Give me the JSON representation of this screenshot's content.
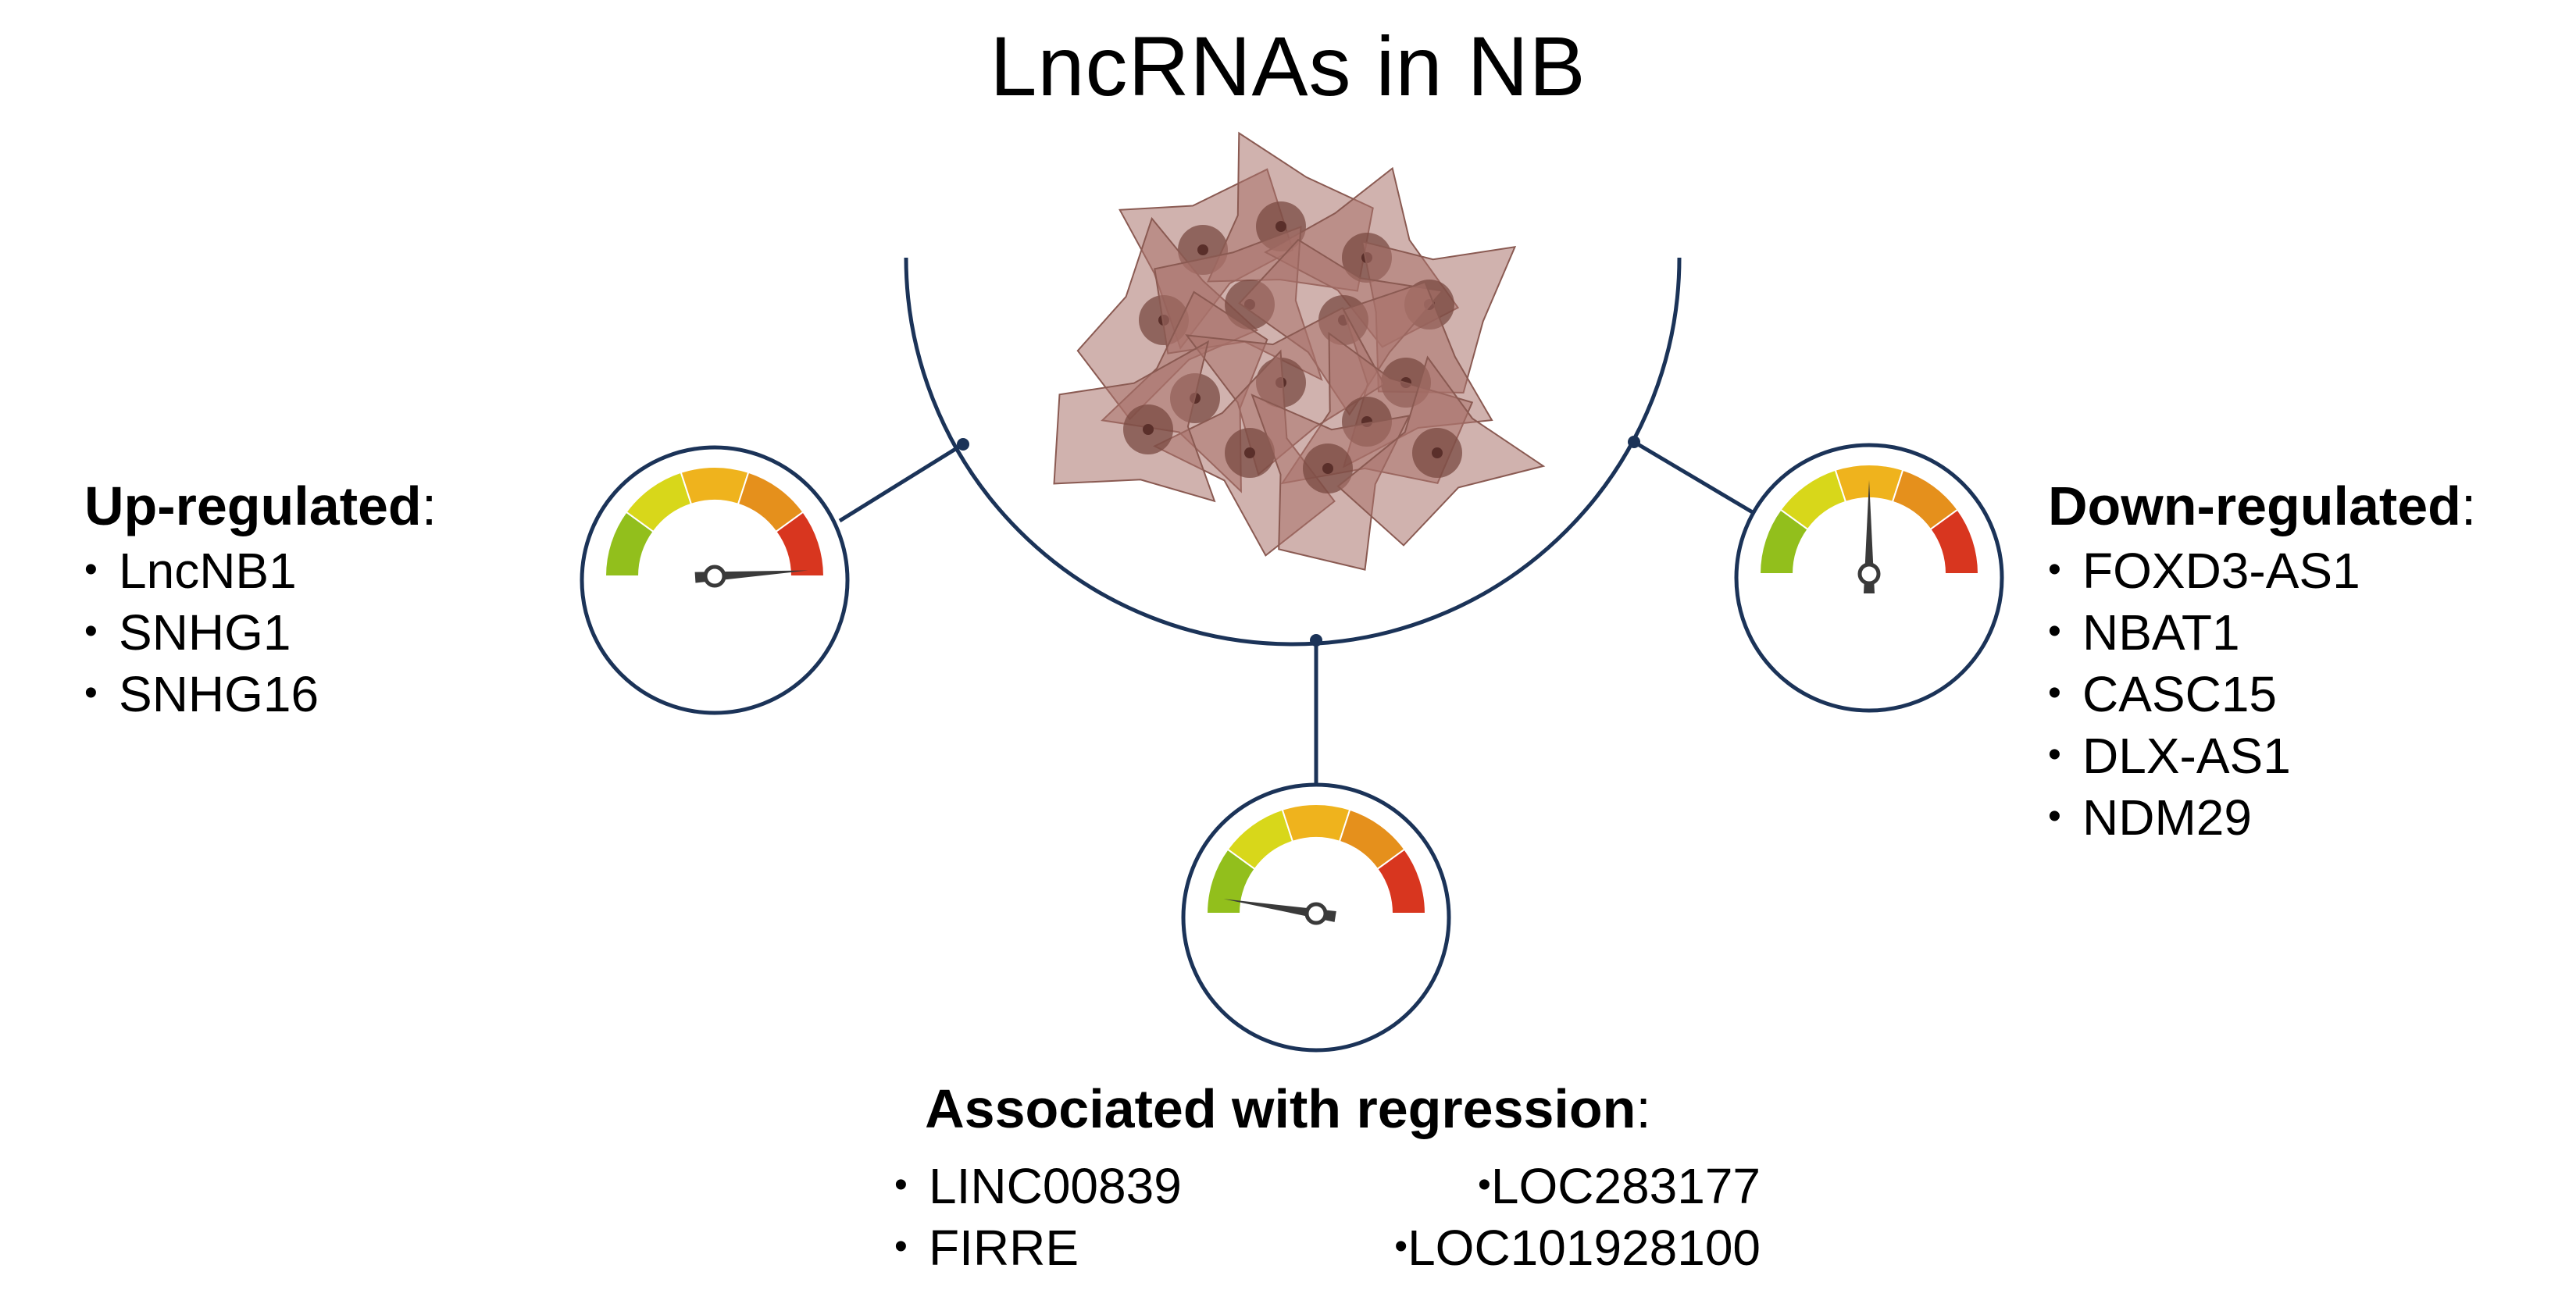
{
  "title": "LncRNAs in NB",
  "colors": {
    "line": "#1b3358",
    "gauge": [
      "#92bf1c",
      "#d8d71a",
      "#efb31d",
      "#e5901c",
      "#d8361f"
    ],
    "needle": "#3a3a3a",
    "cell_fill": "#a9736b",
    "cell_nucleus": "#7a4a42"
  },
  "icons": [
    "neuroblastoma-cell-cluster-icon",
    "gauge-icon"
  ],
  "groups": {
    "up": {
      "heading": "Up-regulated",
      "colon": ":",
      "items": [
        "LncNB1",
        "SNHG1",
        "SNHG16"
      ],
      "gauge_level": 0.98
    },
    "down": {
      "heading": "Down-regulated",
      "colon": ":",
      "items": [
        "FOXD3-AS1",
        "NBAT1",
        "CASC15",
        "DLX-AS1",
        "NDM29"
      ],
      "gauge_level": 0.5
    },
    "regression": {
      "heading": "Associated with regression",
      "colon": ":",
      "items": [
        "LINC00839",
        "FIRRE",
        "LOC283177",
        "LOC101928100"
      ],
      "gauge_level": 0.05
    }
  },
  "bullet": "•"
}
